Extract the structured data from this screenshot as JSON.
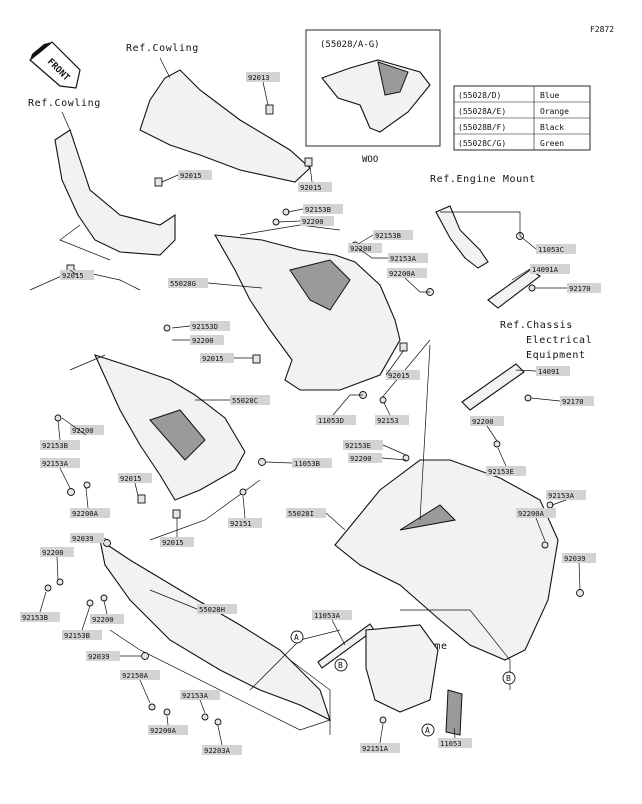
{
  "figure_code": "F2872",
  "front_label": "FRONT",
  "refs": {
    "cowling_top": "Ref.Cowling",
    "cowling_left": "Ref.Cowling",
    "engine_mount": "Ref.Engine Mount",
    "chassis_1": "Ref.Chassis",
    "chassis_2": "Electrical",
    "chassis_3": "Equipment",
    "frame": "Ref.Frame"
  },
  "inset": {
    "title": "(55028/A-G)",
    "caption": "WOO"
  },
  "color_table": [
    {
      "code": "(55028/D)",
      "color": "Blue"
    },
    {
      "code": "(55028A/E)",
      "color": "Orange"
    },
    {
      "code": "(55028B/F)",
      "color": "Black"
    },
    {
      "code": "(55028C/G)",
      "color": "Green"
    }
  ],
  "parts": {
    "p92013": "92013",
    "p92015_a": "92015",
    "p92015_b": "92015",
    "p92015_c": "92015",
    "p92015_d": "92015",
    "p92015_e": "92015",
    "p92015_f": "92015",
    "p92015_g": "92015",
    "p92153B_a": "92153B",
    "p92200_a": "92200",
    "p92153B_b": "92153B",
    "p92200_b": "92200",
    "p92153A_a": "92153A",
    "p92200A_a": "92200A",
    "p11053C": "11053C",
    "p14091A": "14091A",
    "p92170_a": "92170",
    "p55028G": "55028G",
    "p92153D": "92153D",
    "p92200_c": "92200",
    "p55028C": "55028C",
    "p14091": "14091",
    "p92170_b": "92170",
    "p11053D": "11053D",
    "p92153_a": "92153",
    "p92200_d": "92200",
    "p92153B_c": "92153B",
    "p92153A_b": "92153A",
    "p92200_e": "92200",
    "p92200_f": "92200",
    "p92153E_a": "92153E",
    "p92153E_b": "92153E",
    "p92200A_b": "92200A",
    "p11053B": "11053B",
    "p92151": "92151",
    "p55028I": "55028I",
    "p92153A_c": "92153A",
    "p92200A_c": "92200A",
    "p92039_a": "92039",
    "p92039_b": "92039",
    "p92200_g": "92200",
    "p92153B_d": "92153B",
    "p92153B_e": "92153B",
    "p92200_h": "92200",
    "p55028H": "55028H",
    "p92039_c": "92039",
    "p11053A": "11053A",
    "p92150A": "92150A",
    "p92200A_d": "92200A",
    "p92153A_d": "92153A",
    "p92203A": "92203A",
    "p92151A": "92151A",
    "p11053": "11053"
  },
  "markers": {
    "a1": "A",
    "a2": "A",
    "b1": "B",
    "b2": "B"
  }
}
